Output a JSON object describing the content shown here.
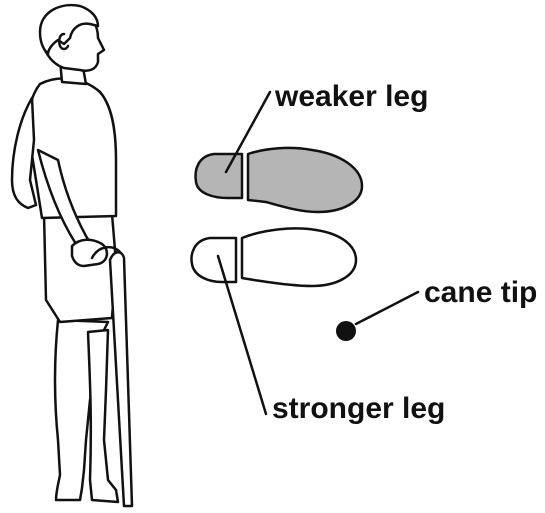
{
  "labels": {
    "weaker_leg": "weaker leg",
    "stronger_leg": "stronger leg",
    "cane_tip": "cane tip"
  },
  "colors": {
    "line": "#111111",
    "weaker_foot_fill": "#b5b5b5",
    "stronger_foot_fill": "#ffffff",
    "background": "#ffffff"
  }
}
